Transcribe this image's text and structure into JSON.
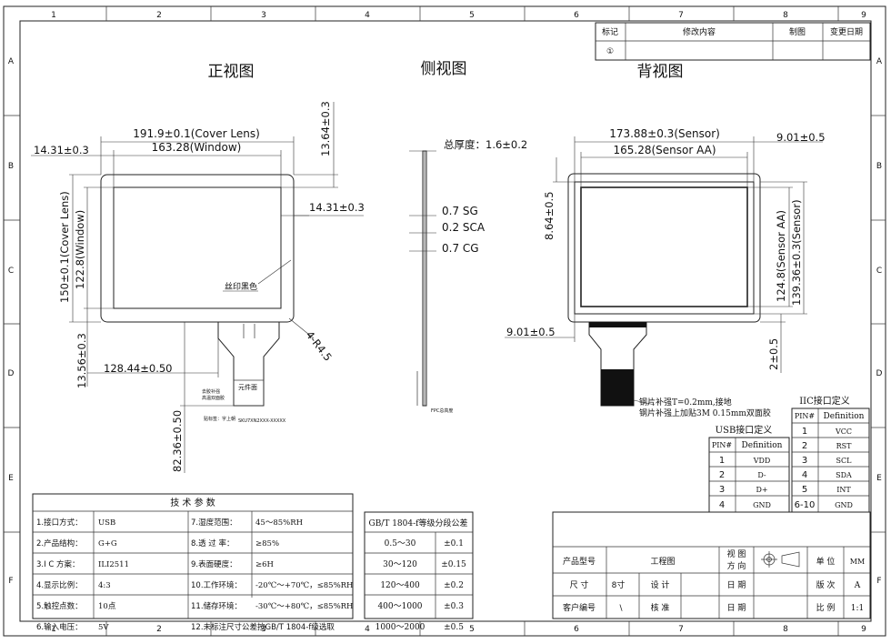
{
  "grid_top": [
    "1",
    "2",
    "3",
    "4",
    "5",
    "6",
    "7",
    "8",
    "9"
  ],
  "grid_side": [
    "A",
    "B",
    "C",
    "D",
    "E",
    "F"
  ],
  "revision": {
    "h_mark": "标记",
    "h_content": "修改内容",
    "h_drawn": "制图",
    "h_date": "变更日期",
    "row_mark": "①"
  },
  "views": {
    "front": "正视图",
    "side": "侧视图",
    "back": "背视图"
  },
  "front": {
    "cover_w": "191.9±0.1(Cover Lens)",
    "window_w": "163.28(Window)",
    "offset_l": "14.31±0.3",
    "offset_r": "14.31±0.3",
    "top_v": "13.64±0.3",
    "cover_h": "150±0.1(Cover Lens)",
    "window_h": "122.8(Window)",
    "bottom_v": "13.56±0.3",
    "fpc_pos": "128.44±0.50",
    "fpc_len": "82.36±0.50",
    "radius": "4-R4.5",
    "silk": "丝印黑色",
    "comp_face": "元件面",
    "note_a": "去胶补强",
    "note_b": "高温双面胶",
    "note_c": "贴标签：字上朝",
    "note_d": "SKU7XN2XXX-XXXXX"
  },
  "side": {
    "thickness": "总厚度：1.6±0.2",
    "sg": "0.7 SG",
    "sca": "0.2 SCA",
    "cg": "0.7 CG",
    "fpc_note": "FPC总高度"
  },
  "back": {
    "sensor_w": "173.88±0.3(Sensor)",
    "sensor_aa_w": "165.28(Sensor AA)",
    "right_off": "9.01±0.5",
    "left_v": "8.64±0.5",
    "sensor_aa_h": "124.8(Sensor AA)",
    "sensor_h": "139.36±0.3(Sensor)",
    "bottom_off": "9.01±0.5",
    "fpc_v": "2±0.5",
    "stiff_1": "钢片补强T=0.2mm,接地",
    "stiff_2": "钢片补强上加贴3M 0.15mm双面胶"
  },
  "iic": {
    "title": "IIC接口定义",
    "headers": [
      "PIN#",
      "Definition"
    ],
    "rows": [
      [
        "1",
        "VCC"
      ],
      [
        "2",
        "RST"
      ],
      [
        "3",
        "SCL"
      ],
      [
        "4",
        "SDA"
      ],
      [
        "5",
        "INT"
      ],
      [
        "6-10",
        "GND"
      ]
    ]
  },
  "usb": {
    "title": "USB接口定义",
    "headers": [
      "PIN#",
      "Definition"
    ],
    "rows": [
      [
        "1",
        "VDD"
      ],
      [
        "2",
        "D-"
      ],
      [
        "3",
        "D+"
      ],
      [
        "4",
        "GND"
      ]
    ]
  },
  "specs": {
    "title": "技 术 参 数",
    "rows": [
      [
        "1.接口方式：",
        "USB",
        "7.湿度范围：",
        "45～85%RH"
      ],
      [
        "2.产品结构：",
        "G+G",
        "8.透 过 率：",
        "≥85%"
      ],
      [
        "3.I C 方案：",
        "ILI2511",
        "9.表面硬度：",
        "≥6H"
      ],
      [
        "4.显示比例：",
        "4:3",
        "10.工作环境：",
        "-20℃～+70℃，≤85%RH"
      ],
      [
        "5.触控点数：",
        "10点",
        "11.储存环境：",
        "-30℃～+80℃，≤85%RH"
      ],
      [
        "6.输入电压：",
        "5V",
        "12.未标注尺寸公差按GB/T 1804-f级选取",
        ""
      ]
    ]
  },
  "tolerance": {
    "title": "GB/T 1804-f等级分段公差",
    "rows": [
      [
        "0.5～30",
        "±0.1"
      ],
      [
        "30～120",
        "±0.15"
      ],
      [
        "120～400",
        "±0.2"
      ],
      [
        "400～1000",
        "±0.3"
      ],
      [
        "1000～2000",
        "±0.5"
      ]
    ]
  },
  "title_block": {
    "model_l": "产品型号",
    "model_v": "工程图",
    "view_l1": "视 图",
    "view_l2": "方 向",
    "unit_l": "单 位",
    "unit_v": "MM",
    "size_l": "尺 寸",
    "size_v": "8寸",
    "design_l": "设 计",
    "date_l1": "日 期",
    "ver_l": "版 次",
    "ver_v": "A",
    "cust_l": "客户编号",
    "cust_v": "\\",
    "check_l": "核 准",
    "date_l2": "日 期",
    "scale_l": "比 例",
    "scale_v": "1:1"
  }
}
